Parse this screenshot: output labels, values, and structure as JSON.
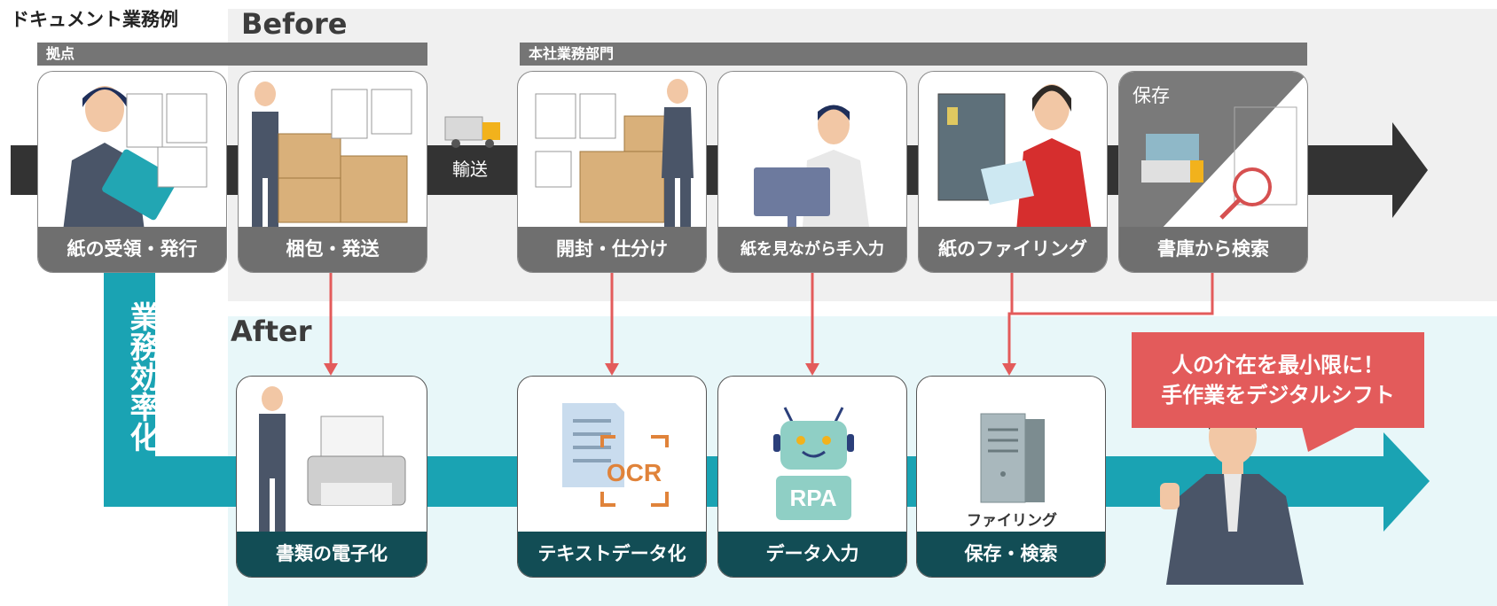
{
  "header": {
    "title": "ドキュメント業務例"
  },
  "before": {
    "label": "Before",
    "groups": {
      "site": "拠点",
      "hq": "本社業務部門"
    },
    "transport": "輸送",
    "steps": [
      {
        "label": "紙の受領・発行"
      },
      {
        "label": "梱包・発送"
      },
      {
        "label": "開封・仕分け"
      },
      {
        "label": "紙を見ながら手入力"
      },
      {
        "label": "紙のファイリング"
      },
      {
        "label": "書庫から検索",
        "top_label": "保存"
      }
    ]
  },
  "after": {
    "label": "After",
    "side_label": "業務効率化",
    "steps": [
      {
        "label": "書類の電子化"
      },
      {
        "label": "テキストデータ化",
        "icon_text": "OCR"
      },
      {
        "label": "データ入力",
        "icon_text": "RPA"
      },
      {
        "label": "保存・検索",
        "icon_text": "ファイリング"
      }
    ],
    "callout": {
      "line1": "人の介在を最小限に！",
      "line2": "手作業をデジタルシフト"
    }
  },
  "colors": {
    "before_band": "#333333",
    "after_band": "#1aa3b3",
    "caption_after": "#124d55",
    "arrow": "#e35b5b",
    "callout": "#e35b5b"
  }
}
